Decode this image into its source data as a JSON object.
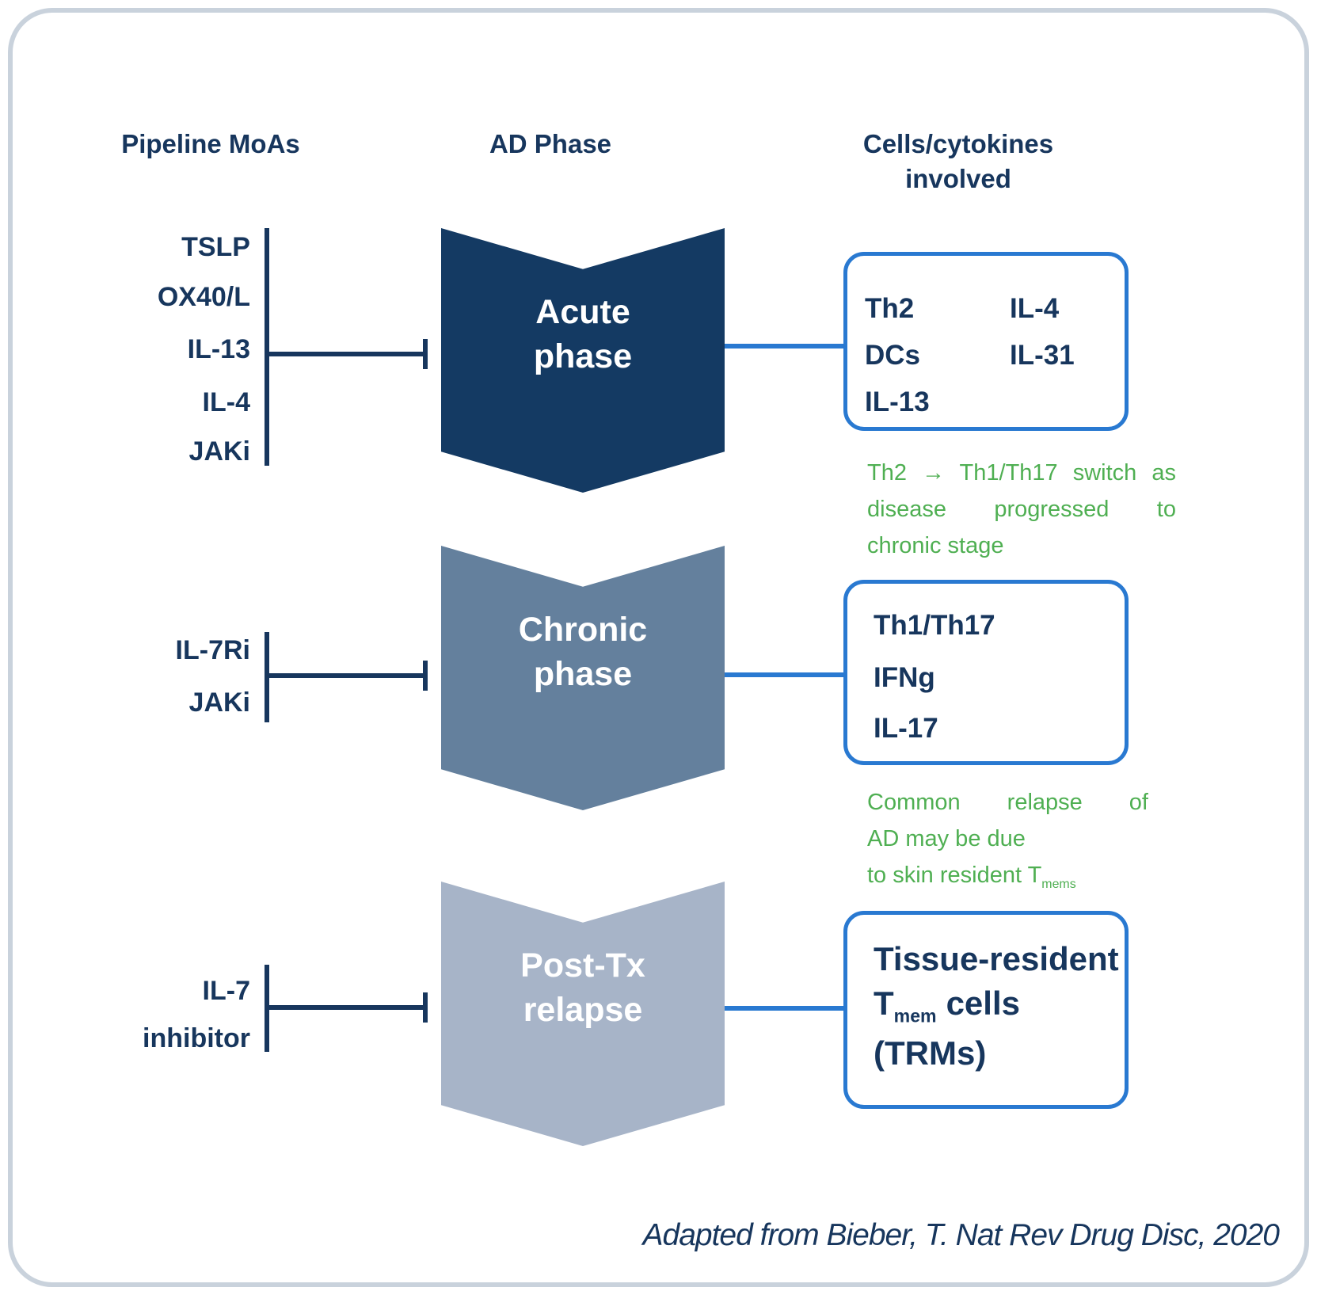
{
  "headers": {
    "pipeline": "Pipeline MoAs",
    "phase": "AD Phase",
    "cells_line1": "Cells/cytokines",
    "cells_line2": "involved"
  },
  "acute": {
    "moas": [
      "TSLP",
      "OX40/L",
      "IL-13",
      "IL-4",
      "JAKi"
    ],
    "phase_line1": "Acute",
    "phase_line2": "phase",
    "cells_col1": [
      "Th2",
      "DCs",
      "IL-13"
    ],
    "cells_col2": [
      "IL-4",
      "IL-31"
    ],
    "note_line1": "Th2 → Th1/Th17 switch as",
    "note_line2": "disease progressed to",
    "note_line3": "chronic stage"
  },
  "chronic": {
    "moas": [
      "IL-7Ri",
      "JAKi"
    ],
    "phase_line1": "Chronic",
    "phase_line2": "phase",
    "cells": [
      "Th1/Th17",
      "IFNg",
      "IL-17"
    ],
    "note_line1": "Common relapse of",
    "note_line2": "AD may be due",
    "note_line3_main": "to skin resident T",
    "note_line3_sub": "mems"
  },
  "posttx": {
    "moa_line1": "IL-7",
    "moa_line2": "inhibitor",
    "phase_line1": "Post-Tx",
    "phase_line2": "relapse",
    "cells_line1": "Tissue-resident",
    "cells_line2_t": "T",
    "cells_line2_sub": "mem",
    "cells_line2_rest": "cells  (TRMs)"
  },
  "citation": "Adapted from Bieber, T. Nat Rev Drug Disc, 2020",
  "colors": {
    "navy": "#17365D",
    "chevron_acute": "#143A63",
    "chevron_chronic": "#64809D",
    "chevron_posttx": "#A7B4C8",
    "blue": "#2979D1",
    "green": "#4FAF52",
    "card_border": "#C9D2DC"
  }
}
